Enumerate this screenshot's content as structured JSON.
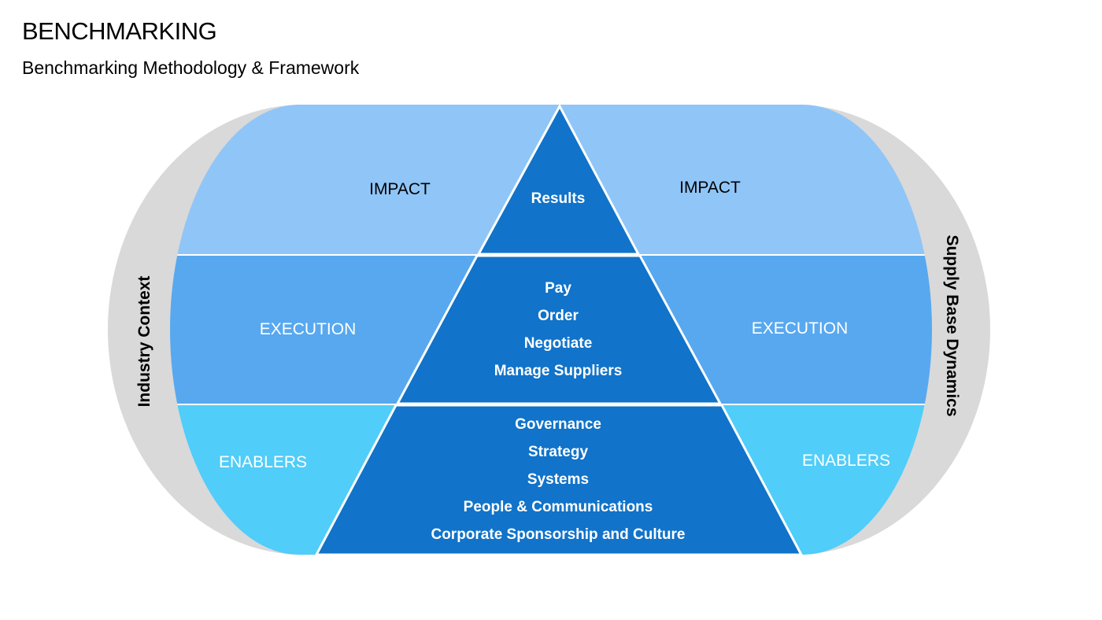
{
  "header": {
    "title": "BENCHMARKING",
    "subtitle": "Benchmarking Methodology & Framework"
  },
  "diagram": {
    "side_left": "Industry Context",
    "side_right": "Supply Base Dynamics",
    "rows": {
      "impact": {
        "left": "IMPACT",
        "right": "IMPACT"
      },
      "execution": {
        "left": "EXECUTION",
        "right": "EXECUTION"
      },
      "enablers": {
        "left": "ENABLERS",
        "right": "ENABLERS"
      }
    },
    "pyramid": {
      "top": [
        "Results"
      ],
      "middle": [
        "Pay",
        "Order",
        "Negotiate",
        "Manage Suppliers"
      ],
      "bottom": [
        "Governance",
        "Strategy",
        "Systems",
        "People & Communications",
        "Corporate Sponsorship and Culture"
      ]
    }
  },
  "colors": {
    "impact": "#90c5f7",
    "execution": "#57a8ef",
    "enablers": "#50cdf9",
    "pyramid": "#1173c9",
    "frame": "#d9d9d9"
  }
}
